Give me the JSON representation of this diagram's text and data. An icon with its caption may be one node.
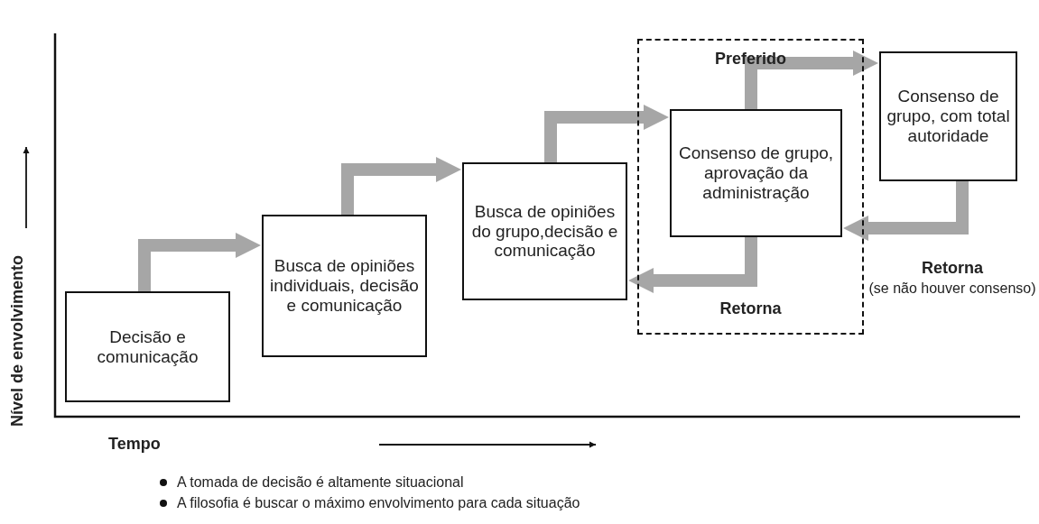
{
  "diagram": {
    "nodes": [
      {
        "text": [
          "Decisão e comunicação"
        ]
      },
      {
        "text": [
          "Busca de opiniões individuais, decisão e comunicação"
        ]
      },
      {
        "text": [
          "Busca de opiniões do grupo,decisão e comunicação"
        ]
      },
      {
        "text": [
          "Preferido",
          "Retorna"
        ]
      },
      {
        "text": [
          "Consenso de grupo, aprovação da administração"
        ],
        "in": 3
      },
      {
        "text": [
          "Consenso de grupo, com total autoridade"
        ]
      }
    ],
    "edges": [
      {
        "from": 0,
        "to": 1,
        "arrow": "to"
      },
      {
        "from": 1,
        "to": 2,
        "arrow": "to"
      },
      {
        "from": 2,
        "to": 4,
        "arrow": "to"
      },
      {
        "from": 4,
        "to": 5,
        "arrow": "to"
      },
      {
        "from": 4,
        "to": 2,
        "arrow": "to"
      },
      {
        "from": 5,
        "to": 4,
        "arrow": "to"
      }
    ],
    "labels": [
      "Nível de envolvimento",
      "Retorna",
      "(se não houver consenso)",
      "Tempo",
      "A tomada de decisão é altamente situacional",
      "A filosofia é buscar o máximo envolvimento para cada situação"
    ]
  }
}
